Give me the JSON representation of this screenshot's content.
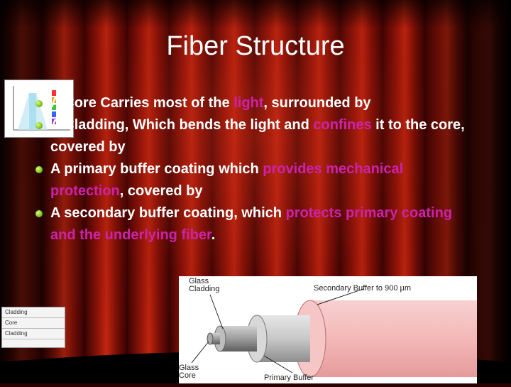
{
  "title": "Fiber Structure",
  "bullets": [
    {
      "segments": [
        {
          "text": "A Core Carries most of the ",
          "hl": false
        },
        {
          "text": "light",
          "hl": true
        },
        {
          "text": ", surrounded by",
          "hl": false
        }
      ]
    },
    {
      "segments": [
        {
          "text": "A Cladding, Which bends the light and ",
          "hl": false
        },
        {
          "text": "confines",
          "hl": true
        },
        {
          "text": " it to the core, covered by",
          "hl": false
        }
      ]
    },
    {
      "segments": [
        {
          "text": "A primary buffer coating which ",
          "hl": false
        },
        {
          "text": "provides mechanical protection",
          "hl": true
        },
        {
          "text": ", covered by",
          "hl": false
        }
      ]
    },
    {
      "segments": [
        {
          "text": "A secondary buffer coating, which ",
          "hl": false
        },
        {
          "text": "protects primary coating and the underlying fiber",
          "hl": true
        },
        {
          "text": ".",
          "hl": false
        }
      ]
    }
  ],
  "diagram": {
    "glass_cladding": "Glass Cladding",
    "secondary_buffer": "Secondary Buffer to 900 µm",
    "glass_core": "Glass Core",
    "primary_buffer": "Primary Buffer"
  },
  "mini_legend": [
    "Cladding",
    "Core",
    "Cladding"
  ],
  "colors": {
    "highlight": "#cc22aa",
    "text": "#ffffff",
    "bullet": "#7fbf1a"
  }
}
